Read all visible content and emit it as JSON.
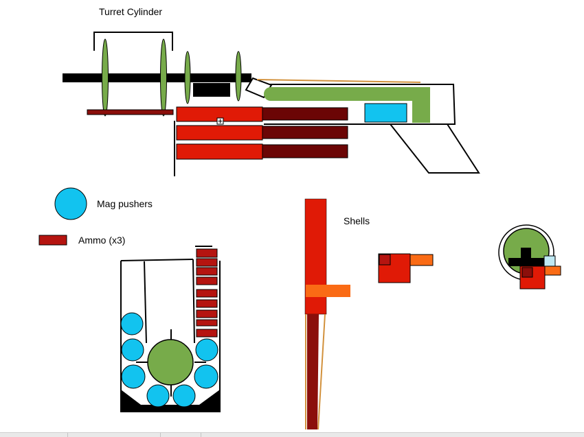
{
  "labels": {
    "turret_cylinder": "Turret Cylinder",
    "mag_pushers": "Mag pushers",
    "ammo": "Ammo (x3)",
    "shells": "Shells"
  },
  "colors": {
    "black": "#000000",
    "green": "#77ab4a",
    "dark_red": "#8b0f0b",
    "red": "#e01a06",
    "maroon": "#6b0505",
    "cyan": "#12c3ef",
    "orange": "#fa6b15",
    "tan": "#d2913c",
    "ammo_legend": "#b51410",
    "light_blue": "#bfe9f3"
  }
}
